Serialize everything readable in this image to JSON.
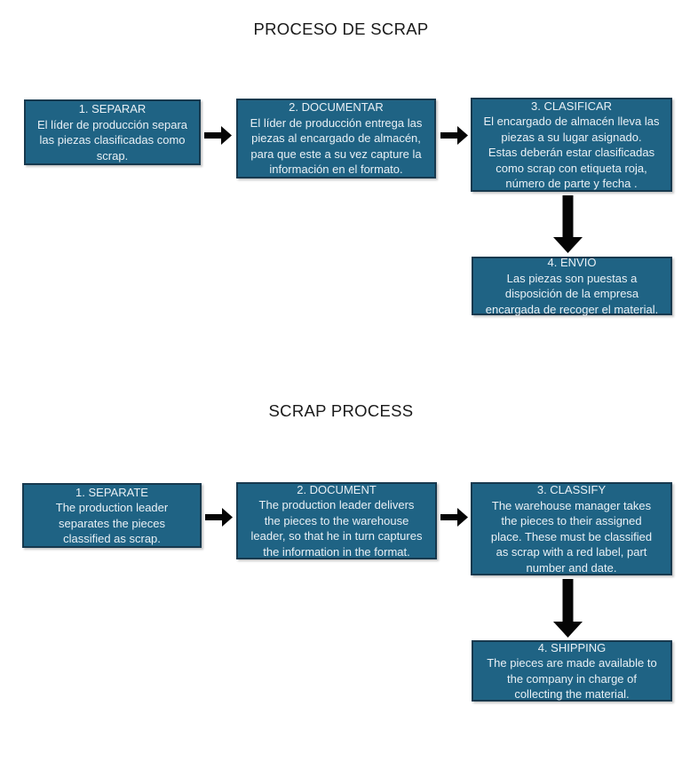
{
  "colors": {
    "box_fill": "#1F6384",
    "box_border": "#17394E",
    "box_text": "#E9F0F5",
    "arrow_color": "#050505",
    "title_color": "#1A1A1A",
    "page_bg": "#FFFFFF"
  },
  "sections": [
    {
      "title": "PROCESO DE SCRAP",
      "steps": [
        {
          "heading": "1. SEPARAR",
          "body": "El líder de producción separa\nlas piezas clasificadas como\nscrap."
        },
        {
          "heading": "2. DOCUMENTAR",
          "body": "El líder de producción entrega las\npiezas al encargado de almacén,\npara que este a su vez capture la\ninformación en el formato."
        },
        {
          "heading": "3. CLASIFICAR",
          "body": "El encargado de almacén lleva las\npiezas a su lugar asignado.\nEstas deberán estar clasificadas\ncomo scrap con etiqueta roja,\nnúmero de parte y fecha ."
        },
        {
          "heading": "4. ENVIO",
          "body": "Las piezas son puestas a\ndisposición de la empresa\nencargada de recoger el material."
        }
      ]
    },
    {
      "title": "SCRAP PROCESS",
      "steps": [
        {
          "heading": "1. SEPARATE",
          "body": "The production leader\nseparates the pieces\nclassified as scrap."
        },
        {
          "heading": "2. DOCUMENT",
          "body": "The production leader delivers\nthe pieces to the warehouse\nleader, so that he in turn captures\nthe information in the format."
        },
        {
          "heading": "3. CLASSIFY",
          "body": "The warehouse manager takes\nthe pieces to their assigned\nplace. These must be classified\nas scrap with a red label, part\nnumber and date."
        },
        {
          "heading": "4. SHIPPING",
          "body": "The pieces are made available to\nthe company in charge of\ncollecting the material."
        }
      ]
    }
  ]
}
